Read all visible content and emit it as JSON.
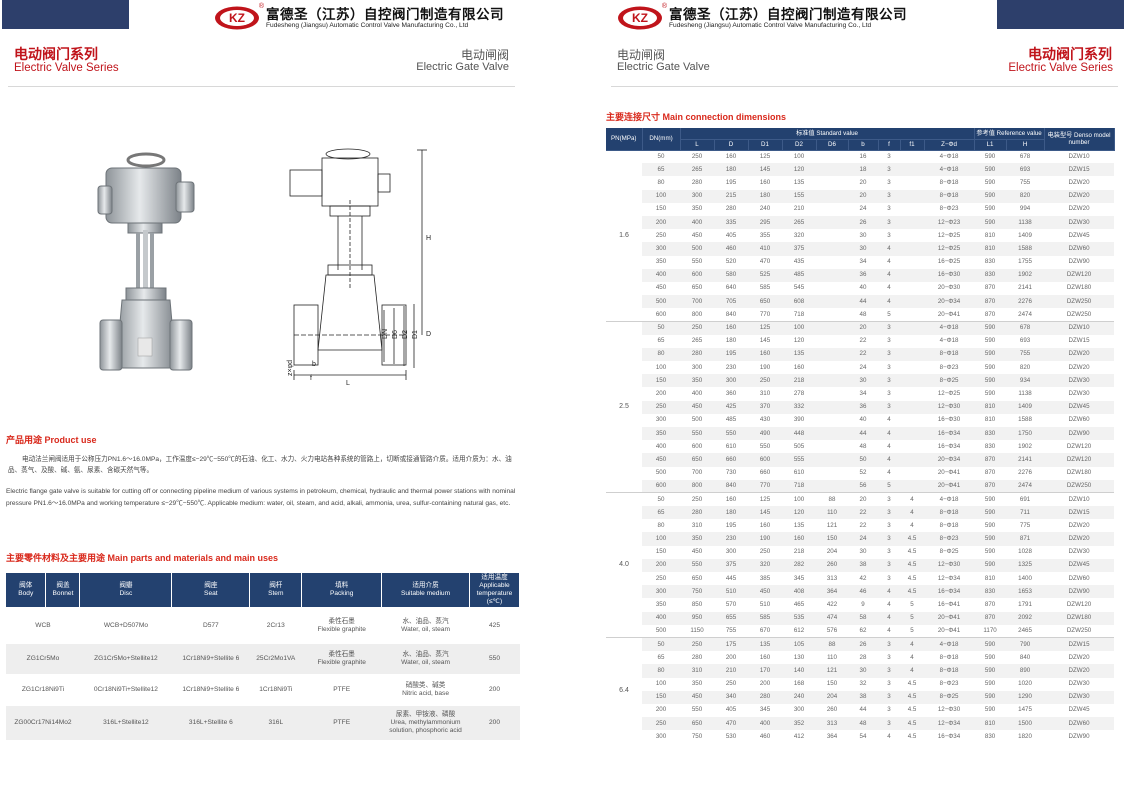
{
  "brand": {
    "name_cn": "富德圣（江苏）自控阀门制造有限公司",
    "name_en": "Fudesheng (Jiangsu) Automatic Control Valve Manufacturing Co., Ltd",
    "logo_text": "KZ",
    "logo_reg": "®",
    "colors": {
      "red": "#c0141b",
      "navy": "#23416f",
      "header_bar": "#2d3f6b",
      "section_red": "#d9291c"
    }
  },
  "header": {
    "series_cn": "电动阀门系列",
    "series_en": "Electric Valve Series",
    "valve_cn": "电动闸阀",
    "valve_en": "Electric Gate Valve"
  },
  "drawing_labels": {
    "H": "H",
    "L": "L",
    "b": "b",
    "f": "f",
    "zd": "z×φd",
    "DN": "DN",
    "D6": "D6",
    "D2": "D2",
    "D1": "D1",
    "D": "D"
  },
  "usage": {
    "title": "产品用途 Product use",
    "text_cn": "电动法兰闸阀适用于公称压力PN1.6～16.0MPa，工作温度≤−29℃−550℃的石油、化工、水力、火力电站各种系统的管路上，切断或接通管路介质。适用介质为：水、油品、蒸气、及酸、碱、氨、尿素、含碳天然气等。",
    "text_en": "Electric flange gate valve is suitable for cutting off or connecting pipeline medium of various systems in petroleum, chemical, hydraulic and thermal power stations with nominal pressure PN1.6～16.0MPa and working temperature ≤−29℃−550℃. Applicable medium: water, oil, steam, and acid, alkali, ammonia, urea, sulfur-containing natural gas, etc."
  },
  "parts": {
    "title": "主要零件材料及主要用途 Main parts and materials and main uses",
    "headers": [
      {
        "cn": "阀体",
        "en": "Body"
      },
      {
        "cn": "阀盖",
        "en": "Bonnet"
      },
      {
        "cn": "阀瓣",
        "en": "Disc"
      },
      {
        "cn": "阀座",
        "en": "Seat"
      },
      {
        "cn": "阀杆",
        "en": "Stem"
      },
      {
        "cn": "填料",
        "en": "Packing"
      },
      {
        "cn": "适用介质",
        "en": "Suitable medium"
      },
      {
        "cn": "适用温度",
        "en": "Applicable temperature (≤℃)"
      }
    ],
    "rows": [
      {
        "body": "WCB",
        "disc": "WCB+D507Mo",
        "seat": "D577",
        "stem": "2Cr13",
        "packing_cn": "柔性石墨",
        "packing_en": "Flexible graphite",
        "medium_cn": "水、油品、蒸汽",
        "medium_en": "Water, oil, steam",
        "temp": "425"
      },
      {
        "body": "ZG1Cr5Mo",
        "disc": "ZG1Cr5Mo+Stellite12",
        "seat": "1Cr18Ni9+Stellite 6",
        "stem": "25Cr2Mo1VA",
        "packing_cn": "柔性石墨",
        "packing_en": "Flexible graphite",
        "medium_cn": "水、油品、蒸汽",
        "medium_en": "Water, oil, steam",
        "temp": "550"
      },
      {
        "body": "ZG1Cr18Ni9Ti",
        "disc": "0Cr18Ni9Ti+Stellite12",
        "seat": "1Cr18Ni9+Stellite 6",
        "stem": "1Cr18Ni9Ti",
        "packing_cn": "",
        "packing_en": "PTFE",
        "medium_cn": "硝酸类、碱类",
        "medium_en": "Nitric acid, base",
        "temp": "200"
      },
      {
        "body": "ZG00Cr17Ni14Mo2",
        "disc": "316L+Stellite12",
        "seat": "316L+Stellite 6",
        "stem": "316L",
        "packing_cn": "",
        "packing_en": "PTFE",
        "medium_cn": "尿素、甲铵液、磷酸",
        "medium_en": "Urea, methylammonium solution, phosphoric acid",
        "temp": "200"
      }
    ]
  },
  "dims": {
    "title": "主要连接尺寸 Main connection dimensions",
    "head_pn": "PN(MPa)",
    "head_dn": "DN(mm)",
    "head_std": "标准值 Standard value",
    "head_ref": "参考值 Reference value",
    "head_model": "电装型号 Denso model number",
    "sub_cols": [
      "L",
      "D",
      "D1",
      "D2",
      "D6",
      "b",
      "f",
      "f1",
      "Z−Φd",
      "L1",
      "H"
    ],
    "groups": [
      {
        "pn": "1.6",
        "rows": [
          [
            "50",
            "250",
            "160",
            "125",
            "100",
            "",
            "16",
            "3",
            "",
            "4−Φ18",
            "590",
            "678",
            "DZW10"
          ],
          [
            "65",
            "265",
            "180",
            "145",
            "120",
            "",
            "18",
            "3",
            "",
            "4−Φ18",
            "590",
            "693",
            "DZW15"
          ],
          [
            "80",
            "280",
            "195",
            "160",
            "135",
            "",
            "20",
            "3",
            "",
            "8−Φ18",
            "590",
            "755",
            "DZW20"
          ],
          [
            "100",
            "300",
            "215",
            "180",
            "155",
            "",
            "20",
            "3",
            "",
            "8−Φ18",
            "590",
            "820",
            "DZW20"
          ],
          [
            "150",
            "350",
            "280",
            "240",
            "210",
            "",
            "24",
            "3",
            "",
            "8−Φ23",
            "590",
            "994",
            "DZW20"
          ],
          [
            "200",
            "400",
            "335",
            "295",
            "265",
            "",
            "26",
            "3",
            "",
            "12−Φ23",
            "590",
            "1138",
            "DZW30"
          ],
          [
            "250",
            "450",
            "405",
            "355",
            "320",
            "",
            "30",
            "3",
            "",
            "12−Φ25",
            "810",
            "1409",
            "DZW45"
          ],
          [
            "300",
            "500",
            "460",
            "410",
            "375",
            "",
            "30",
            "4",
            "",
            "12−Φ25",
            "810",
            "1588",
            "DZW60"
          ],
          [
            "350",
            "550",
            "520",
            "470",
            "435",
            "",
            "34",
            "4",
            "",
            "16−Φ25",
            "830",
            "1755",
            "DZW90"
          ],
          [
            "400",
            "600",
            "580",
            "525",
            "485",
            "",
            "36",
            "4",
            "",
            "16−Φ30",
            "830",
            "1902",
            "DZW120"
          ],
          [
            "450",
            "650",
            "640",
            "585",
            "545",
            "",
            "40",
            "4",
            "",
            "20−Φ30",
            "870",
            "2141",
            "DZW180"
          ],
          [
            "500",
            "700",
            "705",
            "650",
            "608",
            "",
            "44",
            "4",
            "",
            "20−Φ34",
            "870",
            "2276",
            "DZW250"
          ],
          [
            "600",
            "800",
            "840",
            "770",
            "718",
            "",
            "48",
            "5",
            "",
            "20−Φ41",
            "870",
            "2474",
            "DZW250"
          ]
        ]
      },
      {
        "pn": "2.5",
        "rows": [
          [
            "50",
            "250",
            "160",
            "125",
            "100",
            "",
            "20",
            "3",
            "",
            "4−Φ18",
            "590",
            "678",
            "DZW10"
          ],
          [
            "65",
            "265",
            "180",
            "145",
            "120",
            "",
            "22",
            "3",
            "",
            "4−Φ18",
            "590",
            "693",
            "DZW15"
          ],
          [
            "80",
            "280",
            "195",
            "160",
            "135",
            "",
            "22",
            "3",
            "",
            "8−Φ18",
            "590",
            "755",
            "DZW20"
          ],
          [
            "100",
            "300",
            "230",
            "190",
            "160",
            "",
            "24",
            "3",
            "",
            "8−Φ23",
            "590",
            "820",
            "DZW20"
          ],
          [
            "150",
            "350",
            "300",
            "250",
            "218",
            "",
            "30",
            "3",
            "",
            "8−Φ25",
            "590",
            "934",
            "DZW30"
          ],
          [
            "200",
            "400",
            "360",
            "310",
            "278",
            "",
            "34",
            "3",
            "",
            "12−Φ25",
            "590",
            "1138",
            "DZW30"
          ],
          [
            "250",
            "450",
            "425",
            "370",
            "332",
            "",
            "36",
            "3",
            "",
            "12−Φ30",
            "810",
            "1409",
            "DZW45"
          ],
          [
            "300",
            "500",
            "485",
            "430",
            "390",
            "",
            "40",
            "4",
            "",
            "16−Φ30",
            "810",
            "1588",
            "DZW60"
          ],
          [
            "350",
            "550",
            "550",
            "490",
            "448",
            "",
            "44",
            "4",
            "",
            "16−Φ34",
            "830",
            "1750",
            "DZW90"
          ],
          [
            "400",
            "600",
            "610",
            "550",
            "505",
            "",
            "48",
            "4",
            "",
            "16−Φ34",
            "830",
            "1902",
            "DZW120"
          ],
          [
            "450",
            "650",
            "660",
            "600",
            "555",
            "",
            "50",
            "4",
            "",
            "20−Φ34",
            "870",
            "2141",
            "DZW120"
          ],
          [
            "500",
            "700",
            "730",
            "660",
            "610",
            "",
            "52",
            "4",
            "",
            "20−Φ41",
            "870",
            "2276",
            "DZW180"
          ],
          [
            "600",
            "800",
            "840",
            "770",
            "718",
            "",
            "56",
            "5",
            "",
            "20−Φ41",
            "870",
            "2474",
            "DZW250"
          ]
        ]
      },
      {
        "pn": "4.0",
        "rows": [
          [
            "50",
            "250",
            "160",
            "125",
            "100",
            "88",
            "20",
            "3",
            "4",
            "4−Φ18",
            "590",
            "691",
            "DZW10"
          ],
          [
            "65",
            "280",
            "180",
            "145",
            "120",
            "110",
            "22",
            "3",
            "4",
            "8−Φ18",
            "590",
            "711",
            "DZW15"
          ],
          [
            "80",
            "310",
            "195",
            "160",
            "135",
            "121",
            "22",
            "3",
            "4",
            "8−Φ18",
            "590",
            "775",
            "DZW20"
          ],
          [
            "100",
            "350",
            "230",
            "190",
            "160",
            "150",
            "24",
            "3",
            "4.5",
            "8−Φ23",
            "590",
            "871",
            "DZW20"
          ],
          [
            "150",
            "450",
            "300",
            "250",
            "218",
            "204",
            "30",
            "3",
            "4.5",
            "8−Φ25",
            "590",
            "1028",
            "DZW30"
          ],
          [
            "200",
            "550",
            "375",
            "320",
            "282",
            "260",
            "38",
            "3",
            "4.5",
            "12−Φ30",
            "590",
            "1325",
            "DZW45"
          ],
          [
            "250",
            "650",
            "445",
            "385",
            "345",
            "313",
            "42",
            "3",
            "4.5",
            "12−Φ34",
            "810",
            "1400",
            "DZW60"
          ],
          [
            "300",
            "750",
            "510",
            "450",
            "408",
            "364",
            "46",
            "4",
            "4.5",
            "16−Φ34",
            "830",
            "1653",
            "DZW90"
          ],
          [
            "350",
            "850",
            "570",
            "510",
            "465",
            "422",
            "9",
            "4",
            "5",
            "16−Φ41",
            "870",
            "1791",
            "DZW120"
          ],
          [
            "400",
            "950",
            "655",
            "585",
            "535",
            "474",
            "58",
            "4",
            "5",
            "20−Φ41",
            "870",
            "2092",
            "DZW180"
          ],
          [
            "500",
            "1150",
            "755",
            "670",
            "612",
            "576",
            "62",
            "4",
            "5",
            "20−Φ41",
            "1170",
            "2465",
            "DZW250"
          ]
        ]
      },
      {
        "pn": "6.4",
        "rows": [
          [
            "50",
            "250",
            "175",
            "135",
            "105",
            "88",
            "26",
            "3",
            "4",
            "4−Φ18",
            "590",
            "790",
            "DZW15"
          ],
          [
            "65",
            "280",
            "200",
            "160",
            "130",
            "110",
            "28",
            "3",
            "4",
            "8−Φ18",
            "590",
            "840",
            "DZW20"
          ],
          [
            "80",
            "310",
            "210",
            "170",
            "140",
            "121",
            "30",
            "3",
            "4",
            "8−Φ18",
            "590",
            "890",
            "DZW20"
          ],
          [
            "100",
            "350",
            "250",
            "200",
            "168",
            "150",
            "32",
            "3",
            "4.5",
            "8−Φ23",
            "590",
            "1020",
            "DZW30"
          ],
          [
            "150",
            "450",
            "340",
            "280",
            "240",
            "204",
            "38",
            "3",
            "4.5",
            "8−Φ25",
            "590",
            "1290",
            "DZW30"
          ],
          [
            "200",
            "550",
            "405",
            "345",
            "300",
            "260",
            "44",
            "3",
            "4.5",
            "12−Φ30",
            "590",
            "1475",
            "DZW45"
          ],
          [
            "250",
            "650",
            "470",
            "400",
            "352",
            "313",
            "48",
            "3",
            "4.5",
            "12−Φ34",
            "810",
            "1500",
            "DZW60"
          ],
          [
            "300",
            "750",
            "530",
            "460",
            "412",
            "364",
            "54",
            "4",
            "4.5",
            "16−Φ34",
            "830",
            "1820",
            "DZW90"
          ]
        ]
      }
    ]
  }
}
